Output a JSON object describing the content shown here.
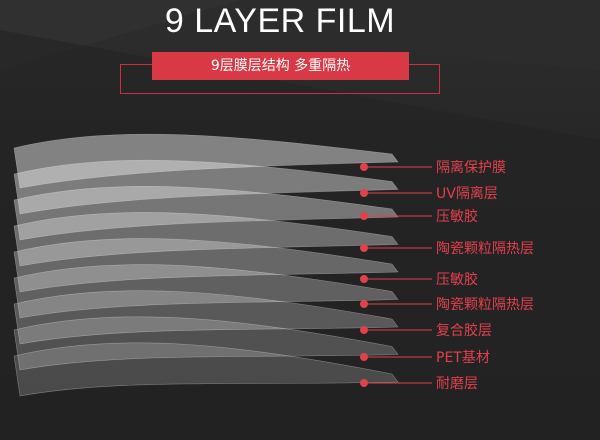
{
  "header": {
    "title": "9 LAYER FILM",
    "subtitle": "9层膜层结构  多重隔热"
  },
  "layers": [
    {
      "label": "隔离保护膜"
    },
    {
      "label": "UV隔离层"
    },
    {
      "label": "压敏胶"
    },
    {
      "label": "陶瓷颗粒隔热层"
    },
    {
      "label": "压敏胶"
    },
    {
      "label": "陶瓷颗粒隔热层"
    },
    {
      "label": "复合胶层"
    },
    {
      "label": "PET基材"
    },
    {
      "label": "耐磨层"
    }
  ],
  "colors": {
    "background": "#242424",
    "accent": "#d93945",
    "label": "#e2404b",
    "title": "#ffffff"
  }
}
